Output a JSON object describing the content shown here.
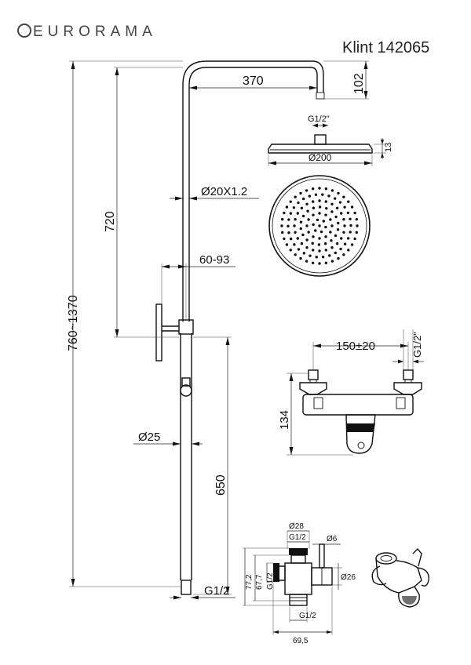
{
  "brand": {
    "name": "EURORAMA",
    "logo_icon": "eurorama-logo-icon"
  },
  "product": {
    "title": "Klint 142065"
  },
  "dimensions": {
    "total_height": "760~1370",
    "upper_section": "720",
    "lower_section": "650",
    "arm_length": "370",
    "arm_drop": "102",
    "pipe_upper": "Ø20X1.2",
    "pipe_lower": "Ø25",
    "wall_bracket": "60-93",
    "bottom_thread": "G1/2",
    "head_thread": "G1/2\"",
    "head_thickness": "13",
    "head_diameter": "Ø200",
    "mixer_spacing": "150±20",
    "mixer_thread": "G1/2\"",
    "mixer_height": "134",
    "diverter_top_dia": "Ø28",
    "diverter_top_thread": "G1/2",
    "diverter_knob_dia": "Ø6",
    "diverter_body_dia": "Ø26",
    "diverter_h1": "77,2",
    "diverter_h2": "67,7",
    "diverter_side_thread": "G1/2",
    "diverter_bottom_thread": "G1/2",
    "diverter_width": "69,5"
  }
}
